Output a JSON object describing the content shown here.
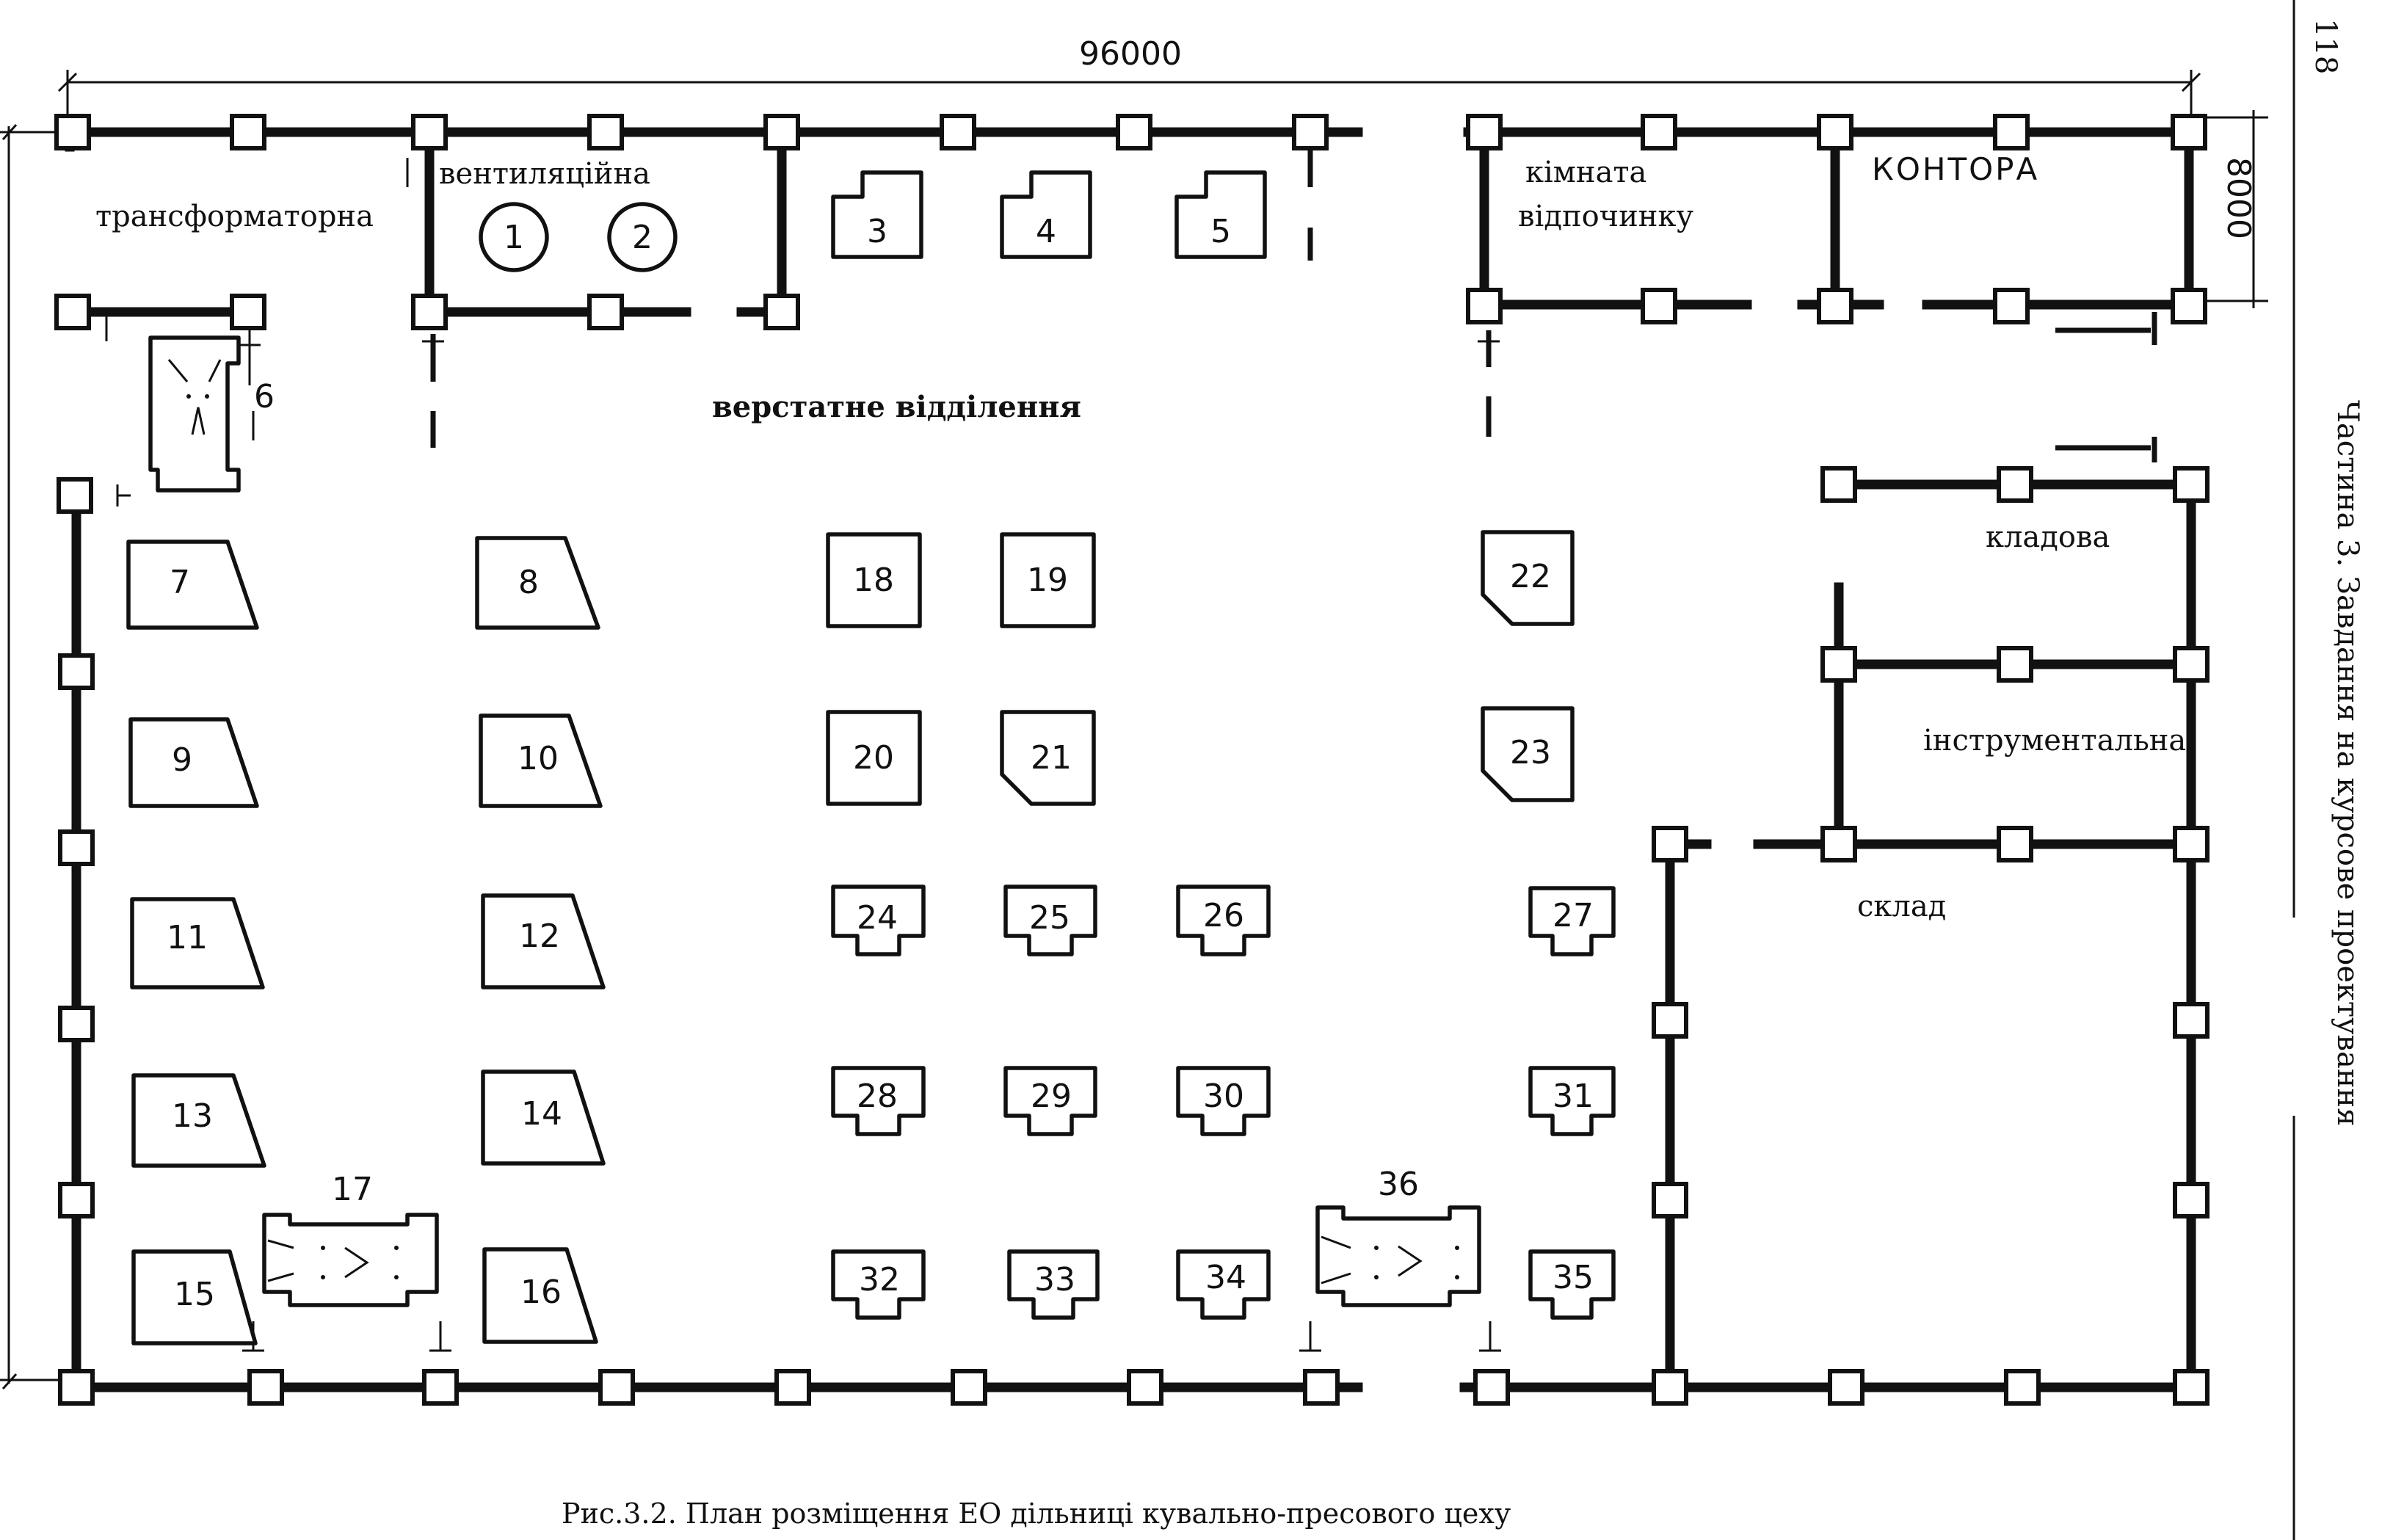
{
  "dimensions": {
    "length": "96000",
    "width": "8000"
  },
  "rooms": {
    "transformer": "трансформаторна",
    "ventilation": "вентиляційна",
    "rest_room": [
      "кімната",
      "відпочинку"
    ],
    "office": "КОНТОРА",
    "machine_shop": "верстатне відділення",
    "storeroom": "кладова",
    "tool_room": "інструментальна",
    "warehouse": "склад"
  },
  "equipment_labels": [
    "1",
    "2",
    "3",
    "4",
    "5",
    "6",
    "7",
    "8",
    "9",
    "10",
    "11",
    "12",
    "13",
    "14",
    "15",
    "16",
    "17",
    "18",
    "19",
    "20",
    "21",
    "22",
    "23",
    "24",
    "25",
    "26",
    "27",
    "28",
    "29",
    "30",
    "31",
    "32",
    "33",
    "34",
    "35",
    "36"
  ],
  "caption": "Рис.3.2. План розміщення ЕО дільниці кувально-пресового цеху",
  "side_header": "Частина 3. Завдання на курсове проектування",
  "page_number": "118"
}
